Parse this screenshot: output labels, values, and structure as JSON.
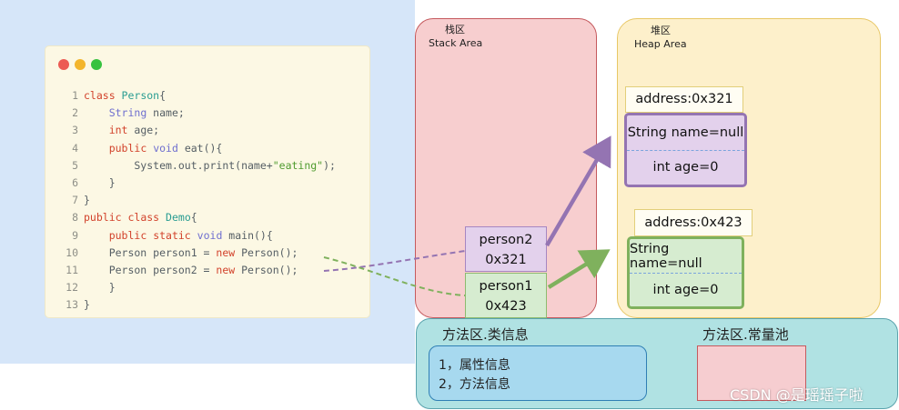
{
  "code": {
    "lines": [
      {
        "n": "1",
        "tokens": [
          {
            "t": "class ",
            "c": "kw"
          },
          {
            "t": "Person",
            "c": "cls"
          },
          {
            "t": "{",
            "c": ""
          }
        ]
      },
      {
        "n": "2",
        "tokens": [
          {
            "t": "    ",
            "c": ""
          },
          {
            "t": "String",
            "c": "ty"
          },
          {
            "t": " name;",
            "c": ""
          }
        ]
      },
      {
        "n": "3",
        "tokens": [
          {
            "t": "    ",
            "c": ""
          },
          {
            "t": "int",
            "c": "kw"
          },
          {
            "t": " age;",
            "c": ""
          }
        ]
      },
      {
        "n": "4",
        "tokens": [
          {
            "t": "    ",
            "c": ""
          },
          {
            "t": "public",
            "c": "kw"
          },
          {
            "t": " ",
            "c": ""
          },
          {
            "t": "void",
            "c": "ty"
          },
          {
            "t": " eat(){",
            "c": ""
          }
        ]
      },
      {
        "n": "5",
        "tokens": [
          {
            "t": "        System.out.print(name+",
            "c": ""
          },
          {
            "t": "\"eating\"",
            "c": "str"
          },
          {
            "t": ");",
            "c": ""
          }
        ]
      },
      {
        "n": "6",
        "tokens": [
          {
            "t": "    }",
            "c": ""
          }
        ]
      },
      {
        "n": "7",
        "tokens": [
          {
            "t": "}",
            "c": ""
          }
        ]
      },
      {
        "n": "8",
        "tokens": [
          {
            "t": "public",
            "c": "kw"
          },
          {
            "t": " ",
            "c": ""
          },
          {
            "t": "class",
            "c": "kw"
          },
          {
            "t": " ",
            "c": ""
          },
          {
            "t": "Demo",
            "c": "cls"
          },
          {
            "t": "{",
            "c": ""
          }
        ]
      },
      {
        "n": "9",
        "tokens": [
          {
            "t": "    ",
            "c": ""
          },
          {
            "t": "public",
            "c": "kw"
          },
          {
            "t": " ",
            "c": ""
          },
          {
            "t": "static",
            "c": "kw"
          },
          {
            "t": " ",
            "c": ""
          },
          {
            "t": "void",
            "c": "ty"
          },
          {
            "t": " main(){",
            "c": ""
          }
        ]
      },
      {
        "n": "10",
        "tokens": [
          {
            "t": "    Person person1 = ",
            "c": ""
          },
          {
            "t": "new",
            "c": "kw"
          },
          {
            "t": " Person();",
            "c": ""
          }
        ]
      },
      {
        "n": "11",
        "tokens": [
          {
            "t": "    Person person2 = ",
            "c": ""
          },
          {
            "t": "new",
            "c": "kw"
          },
          {
            "t": " Person();",
            "c": ""
          }
        ]
      },
      {
        "n": "12",
        "tokens": [
          {
            "t": "    }",
            "c": ""
          }
        ]
      },
      {
        "n": "13",
        "tokens": [
          {
            "t": "}",
            "c": ""
          }
        ]
      }
    ]
  },
  "stack": {
    "title_cn": "栈区",
    "title_en": "Stack Area",
    "person2": {
      "name": "person2",
      "addr": "0x321"
    },
    "person1": {
      "name": "person1",
      "addr": "0x423"
    }
  },
  "heap": {
    "title_cn": "堆区",
    "title_en": "Heap Area",
    "obj1": {
      "address": "address:0x321",
      "field1": "String name=null",
      "field2": "int age=0"
    },
    "obj2": {
      "address": "address:0x423",
      "field1": "String name=null",
      "field2": "int age=0"
    }
  },
  "method_area": {
    "class_info_title": "方法区.类信息",
    "class_info_items": [
      "1，属性信息",
      "2，方法信息"
    ],
    "const_pool_title": "方法区.常量池"
  },
  "watermark": "CSDN @是瑶瑶子啦",
  "colors": {
    "person2": "#9474b2",
    "person1": "#7fb15d",
    "stack": "#f7cecf",
    "heap": "#fdf0cb",
    "method": "#b0e2e3"
  }
}
